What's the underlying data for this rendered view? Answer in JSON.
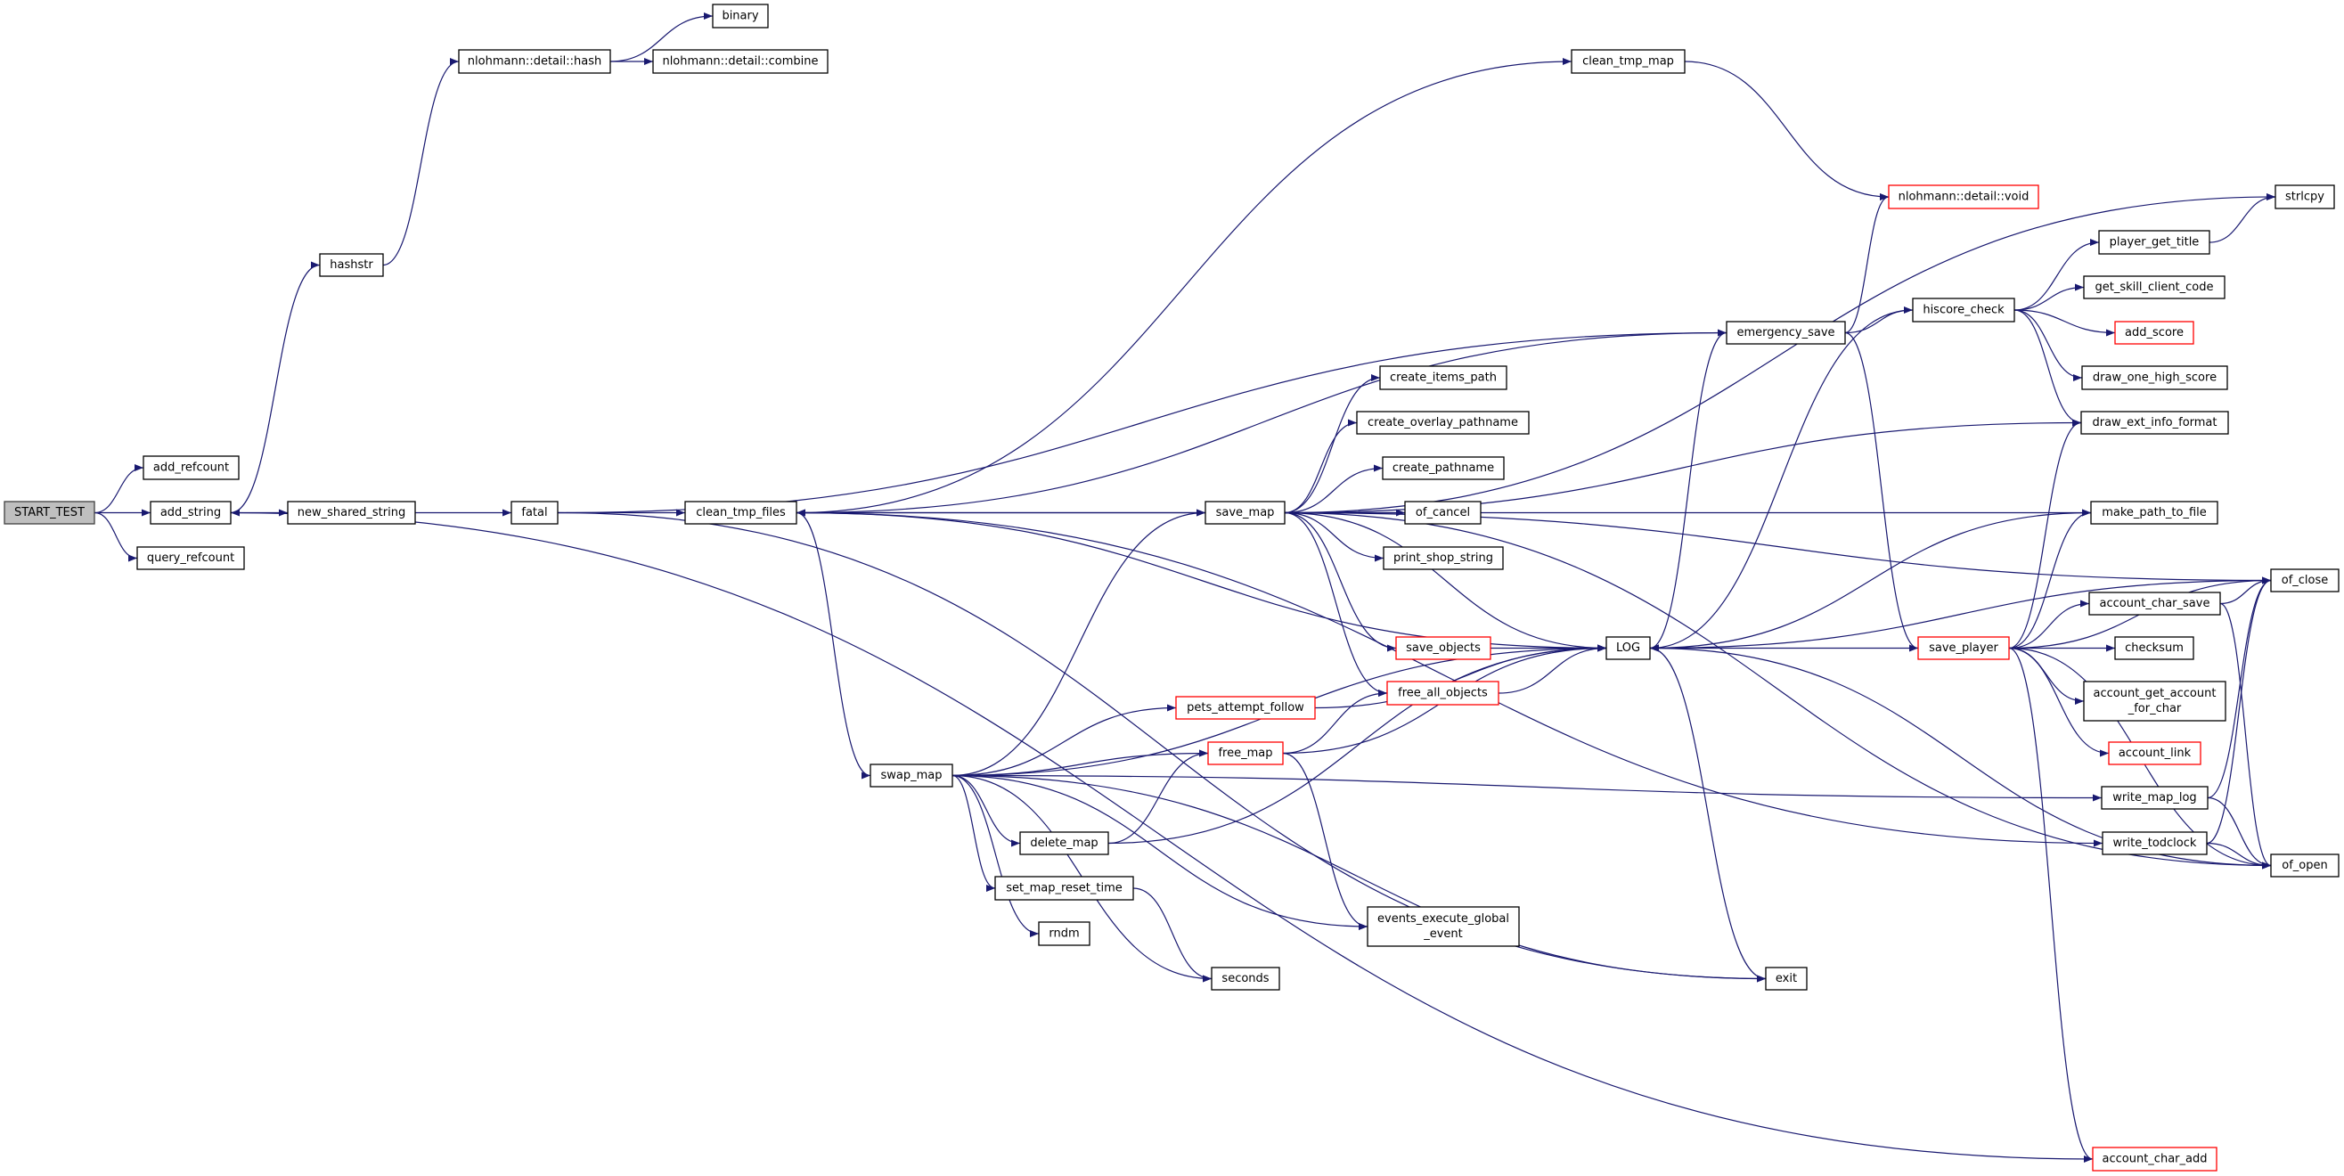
{
  "graph": {
    "root": "START_TEST",
    "colors": {
      "edge": "#191970",
      "node_border": "#000000",
      "truncated_border": "#ff0000",
      "root_fill": "#bfbfbf"
    },
    "nodes": [
      {
        "id": "START_TEST",
        "label": [
          "START_TEST"
        ],
        "kind": "root"
      },
      {
        "id": "add_refcount",
        "label": [
          "add_refcount"
        ],
        "kind": "normal"
      },
      {
        "id": "add_string",
        "label": [
          "add_string"
        ],
        "kind": "normal"
      },
      {
        "id": "query_refcount",
        "label": [
          "query_refcount"
        ],
        "kind": "normal"
      },
      {
        "id": "hashstr",
        "label": [
          "hashstr"
        ],
        "kind": "normal"
      },
      {
        "id": "nl_hash",
        "label": [
          "nlohmann::detail::hash"
        ],
        "kind": "normal"
      },
      {
        "id": "binary",
        "label": [
          "binary"
        ],
        "kind": "normal"
      },
      {
        "id": "nl_combine",
        "label": [
          "nlohmann::detail::combine"
        ],
        "kind": "normal"
      },
      {
        "id": "new_shared_string",
        "label": [
          "new_shared_string"
        ],
        "kind": "normal"
      },
      {
        "id": "fatal",
        "label": [
          "fatal"
        ],
        "kind": "normal"
      },
      {
        "id": "clean_tmp_files",
        "label": [
          "clean_tmp_files"
        ],
        "kind": "normal"
      },
      {
        "id": "clean_tmp_map",
        "label": [
          "clean_tmp_map"
        ],
        "kind": "normal"
      },
      {
        "id": "save_map",
        "label": [
          "save_map"
        ],
        "kind": "normal"
      },
      {
        "id": "create_items_path",
        "label": [
          "create_items_path"
        ],
        "kind": "normal"
      },
      {
        "id": "create_overlay_pathname",
        "label": [
          "create_overlay_pathname"
        ],
        "kind": "normal"
      },
      {
        "id": "create_pathname",
        "label": [
          "create_pathname"
        ],
        "kind": "normal"
      },
      {
        "id": "of_cancel",
        "label": [
          "of_cancel"
        ],
        "kind": "normal"
      },
      {
        "id": "print_shop_string",
        "label": [
          "print_shop_string"
        ],
        "kind": "normal"
      },
      {
        "id": "save_objects",
        "label": [
          "save_objects"
        ],
        "kind": "red"
      },
      {
        "id": "free_all_objects",
        "label": [
          "free_all_objects"
        ],
        "kind": "red"
      },
      {
        "id": "swap_map",
        "label": [
          "swap_map"
        ],
        "kind": "normal"
      },
      {
        "id": "pets_attempt_follow",
        "label": [
          "pets_attempt_follow"
        ],
        "kind": "red"
      },
      {
        "id": "free_map",
        "label": [
          "free_map"
        ],
        "kind": "red"
      },
      {
        "id": "delete_map",
        "label": [
          "delete_map"
        ],
        "kind": "normal"
      },
      {
        "id": "set_map_reset_time",
        "label": [
          "set_map_reset_time"
        ],
        "kind": "normal"
      },
      {
        "id": "rndm",
        "label": [
          "rndm"
        ],
        "kind": "normal"
      },
      {
        "id": "seconds",
        "label": [
          "seconds"
        ],
        "kind": "normal"
      },
      {
        "id": "events_execute_global_event",
        "label": [
          "events_execute_global",
          "_event"
        ],
        "kind": "normal"
      },
      {
        "id": "LOG",
        "label": [
          "LOG"
        ],
        "kind": "normal"
      },
      {
        "id": "exit",
        "label": [
          "exit"
        ],
        "kind": "normal"
      },
      {
        "id": "nl_void",
        "label": [
          "nlohmann::detail::void"
        ],
        "kind": "red"
      },
      {
        "id": "emergency_save",
        "label": [
          "emergency_save"
        ],
        "kind": "normal"
      },
      {
        "id": "hiscore_check",
        "label": [
          "hiscore_check"
        ],
        "kind": "normal"
      },
      {
        "id": "strlcpy",
        "label": [
          "strlcpy"
        ],
        "kind": "normal"
      },
      {
        "id": "player_get_title",
        "label": [
          "player_get_title"
        ],
        "kind": "normal"
      },
      {
        "id": "get_skill_client_code",
        "label": [
          "get_skill_client_code"
        ],
        "kind": "normal"
      },
      {
        "id": "add_score",
        "label": [
          "add_score"
        ],
        "kind": "red"
      },
      {
        "id": "draw_one_high_score",
        "label": [
          "draw_one_high_score"
        ],
        "kind": "normal"
      },
      {
        "id": "draw_ext_info_format",
        "label": [
          "draw_ext_info_format"
        ],
        "kind": "normal"
      },
      {
        "id": "make_path_to_file",
        "label": [
          "make_path_to_file"
        ],
        "kind": "normal"
      },
      {
        "id": "of_close",
        "label": [
          "of_close"
        ],
        "kind": "normal"
      },
      {
        "id": "save_player",
        "label": [
          "save_player"
        ],
        "kind": "red"
      },
      {
        "id": "account_char_save",
        "label": [
          "account_char_save"
        ],
        "kind": "normal"
      },
      {
        "id": "checksum",
        "label": [
          "checksum"
        ],
        "kind": "normal"
      },
      {
        "id": "account_get_account_for_char",
        "label": [
          "account_get_account",
          "_for_char"
        ],
        "kind": "normal"
      },
      {
        "id": "account_link",
        "label": [
          "account_link"
        ],
        "kind": "red"
      },
      {
        "id": "write_map_log",
        "label": [
          "write_map_log"
        ],
        "kind": "normal"
      },
      {
        "id": "write_todclock",
        "label": [
          "write_todclock"
        ],
        "kind": "normal"
      },
      {
        "id": "of_open",
        "label": [
          "of_open"
        ],
        "kind": "normal"
      },
      {
        "id": "account_char_add",
        "label": [
          "account_char_add"
        ],
        "kind": "red"
      }
    ],
    "edges": [
      [
        "START_TEST",
        "add_refcount"
      ],
      [
        "START_TEST",
        "add_string"
      ],
      [
        "START_TEST",
        "query_refcount"
      ],
      [
        "add_string",
        "hashstr"
      ],
      [
        "add_string",
        "new_shared_string"
      ],
      [
        "hashstr",
        "nl_hash"
      ],
      [
        "nl_hash",
        "binary"
      ],
      [
        "nl_hash",
        "nl_combine"
      ],
      [
        "new_shared_string",
        "fatal"
      ],
      [
        "fatal",
        "clean_tmp_files"
      ],
      [
        "fatal",
        "emergency_save"
      ],
      [
        "fatal",
        "exit"
      ],
      [
        "clean_tmp_files",
        "clean_tmp_map"
      ],
      [
        "clean_tmp_files",
        "save_map"
      ],
      [
        "clean_tmp_files",
        "swap_map"
      ],
      [
        "clean_tmp_files",
        "LOG"
      ],
      [
        "clean_tmp_files",
        "write_todclock"
      ],
      [
        "clean_tmp_map",
        "nl_void"
      ],
      [
        "save_map",
        "create_items_path"
      ],
      [
        "save_map",
        "create_overlay_pathname"
      ],
      [
        "save_map",
        "create_pathname"
      ],
      [
        "save_map",
        "of_cancel"
      ],
      [
        "save_map",
        "print_shop_string"
      ],
      [
        "save_map",
        "save_objects"
      ],
      [
        "save_map",
        "free_all_objects"
      ],
      [
        "save_map",
        "LOG"
      ],
      [
        "save_map",
        "strlcpy"
      ],
      [
        "save_map",
        "make_path_to_file"
      ],
      [
        "save_map",
        "of_close"
      ],
      [
        "save_map",
        "of_open"
      ],
      [
        "save_map",
        "clean_tmp_files"
      ],
      [
        "save_map",
        "draw_ext_info_format"
      ],
      [
        "swap_map",
        "save_map"
      ],
      [
        "swap_map",
        "pets_attempt_follow"
      ],
      [
        "swap_map",
        "free_map"
      ],
      [
        "swap_map",
        "delete_map"
      ],
      [
        "swap_map",
        "set_map_reset_time"
      ],
      [
        "swap_map",
        "rndm"
      ],
      [
        "swap_map",
        "seconds"
      ],
      [
        "swap_map",
        "events_execute_global_event"
      ],
      [
        "swap_map",
        "LOG"
      ],
      [
        "swap_map",
        "exit"
      ],
      [
        "swap_map",
        "write_map_log"
      ],
      [
        "delete_map",
        "free_map"
      ],
      [
        "delete_map",
        "LOG"
      ],
      [
        "set_map_reset_time",
        "seconds"
      ],
      [
        "pets_attempt_follow",
        "LOG"
      ],
      [
        "free_map",
        "free_all_objects"
      ],
      [
        "free_map",
        "LOG"
      ],
      [
        "free_map",
        "events_execute_global_event"
      ],
      [
        "save_objects",
        "LOG"
      ],
      [
        "free_all_objects",
        "LOG"
      ],
      [
        "LOG",
        "exit"
      ],
      [
        "emergency_save",
        "nl_void"
      ],
      [
        "emergency_save",
        "hiscore_check"
      ],
      [
        "emergency_save",
        "save_player"
      ],
      [
        "emergency_save",
        "LOG"
      ],
      [
        "emergency_save",
        "clean_tmp_files"
      ],
      [
        "hiscore_check",
        "player_get_title"
      ],
      [
        "hiscore_check",
        "get_skill_client_code"
      ],
      [
        "hiscore_check",
        "add_score"
      ],
      [
        "hiscore_check",
        "draw_one_high_score"
      ],
      [
        "hiscore_check",
        "draw_ext_info_format"
      ],
      [
        "hiscore_check",
        "LOG"
      ],
      [
        "player_get_title",
        "strlcpy"
      ],
      [
        "save_player",
        "LOG"
      ],
      [
        "save_player",
        "account_char_save"
      ],
      [
        "save_player",
        "checksum"
      ],
      [
        "save_player",
        "account_get_account_for_char"
      ],
      [
        "save_player",
        "account_link"
      ],
      [
        "save_player",
        "of_open"
      ],
      [
        "save_player",
        "of_close"
      ],
      [
        "save_player",
        "make_path_to_file"
      ],
      [
        "save_player",
        "draw_ext_info_format"
      ],
      [
        "save_player",
        "account_char_add"
      ],
      [
        "account_char_save",
        "of_close"
      ],
      [
        "account_char_save",
        "of_open"
      ],
      [
        "write_map_log",
        "of_close"
      ],
      [
        "write_map_log",
        "of_open"
      ],
      [
        "write_todclock",
        "of_close"
      ],
      [
        "write_todclock",
        "of_open"
      ],
      [
        "account_char_add",
        "add_string"
      ],
      [
        "make_path_to_file",
        "LOG"
      ],
      [
        "of_close",
        "LOG"
      ],
      [
        "of_open",
        "LOG"
      ]
    ]
  }
}
